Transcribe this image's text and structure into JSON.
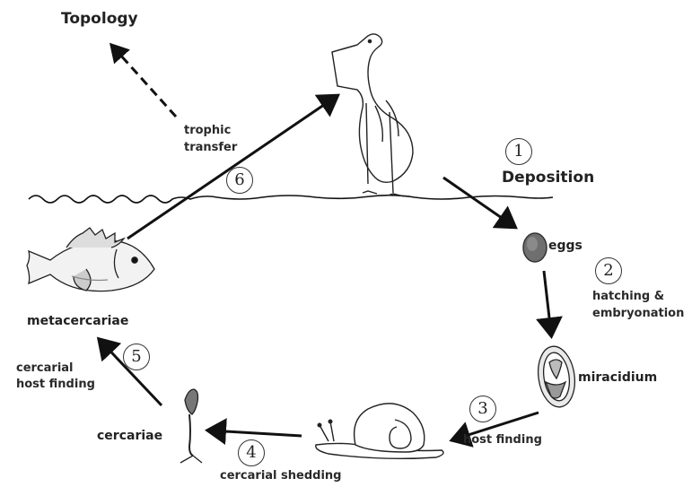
{
  "title": "Topology",
  "stages": {
    "deposition": "Deposition",
    "eggs": "eggs",
    "hatching": "hatching &",
    "embryonation": "embryonation",
    "miracidium": "miracidium",
    "host_finding": "host finding",
    "cercarial_shedding": "cercarial shedding",
    "cercariae": "cercariae",
    "cercarial_host_finding_1": "cercarial",
    "cercarial_host_finding_2": "host finding",
    "metacercariae": "metacercariae",
    "trophic_1": "trophic",
    "trophic_2": "transfer"
  },
  "steps": [
    "1",
    "2",
    "3",
    "4",
    "5",
    "6"
  ],
  "colors": {
    "ink": "#222222",
    "egg": "#6f6f6f"
  },
  "icons": [
    "heron-icon",
    "egg-icon",
    "miracidium-icon",
    "snail-icon",
    "cercaria-icon",
    "fish-icon"
  ]
}
